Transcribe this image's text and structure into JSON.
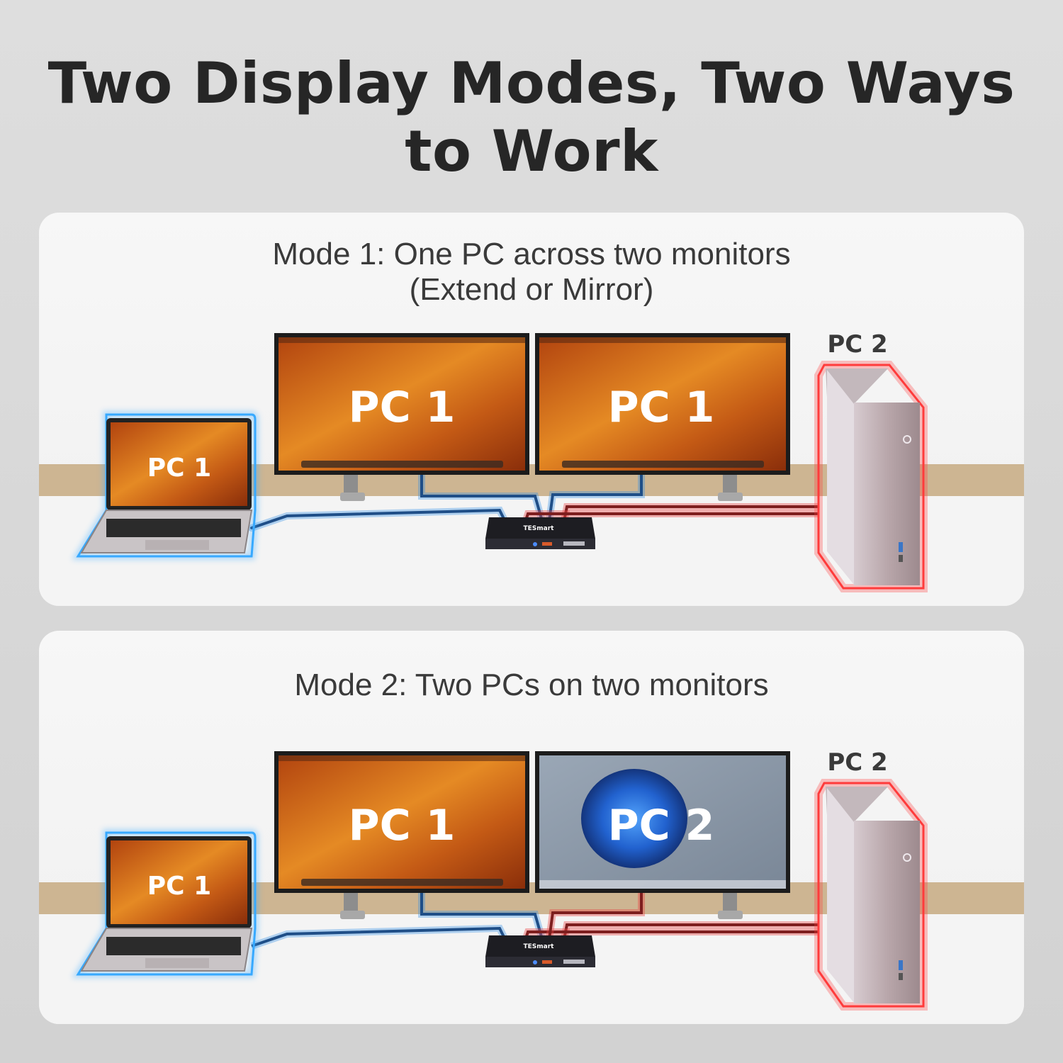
{
  "headline": {
    "line1": "Two Display Modes, Two Ways",
    "line2": "to Work"
  },
  "modes": [
    {
      "title": "Mode 1: One PC across two monitors",
      "subtitle": "(Extend or Mirror)",
      "laptop_label": "PC 1",
      "monitor_left_label": "PC 1",
      "monitor_right_label": "PC 1",
      "tower_label": "PC 2",
      "switch_brand": "TESmart"
    },
    {
      "title": "Mode 2: Two PCs on two monitors",
      "subtitle": "",
      "laptop_label": "PC 1",
      "monitor_left_label": "PC 1",
      "monitor_right_label": "PC 2",
      "tower_label": "PC 2",
      "switch_brand": "TESmart"
    }
  ],
  "colors": {
    "pc1_cable": "#2f8de4",
    "pc2_cable": "#e84646",
    "laptop_glow": "#37a9ff",
    "tower_glow": "#ff3b3b",
    "mac_wallpaper": "#d9741b",
    "win_wallpaper": "#8795a6",
    "desk_wood": "#cdb592"
  },
  "icons": [
    "laptop-icon",
    "monitor-icon",
    "kvm-switch-icon",
    "desktop-tower-icon"
  ]
}
